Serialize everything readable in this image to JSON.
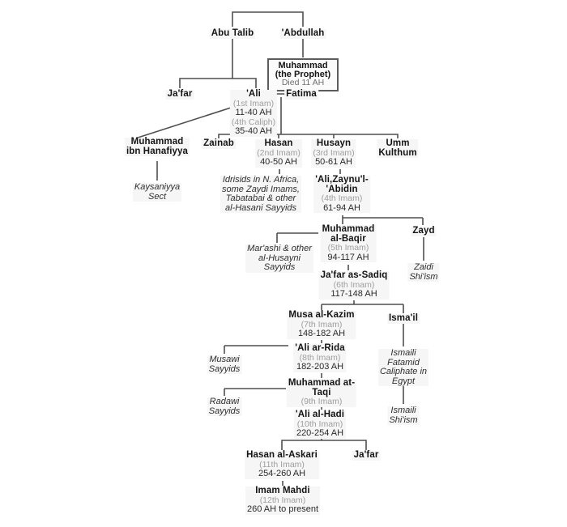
{
  "diagram": {
    "type": "family-tree",
    "colors": {
      "line": "#4f4f4f",
      "name_text": "#141414",
      "meta_gray": "#9e9e9e",
      "note_text": "#2e2e2e",
      "background": "#ffffff"
    }
  },
  "nodes": {
    "abu_talib": {
      "name": "Abu Talib"
    },
    "abdullah": {
      "name": "'Abdullah"
    },
    "muhammad": {
      "name": "Muhammad",
      "epithet": "(the Prophet)",
      "died": "Died 11 AH"
    },
    "jafar_sr": {
      "name": "Ja'far"
    },
    "ali": {
      "name": "'Ali",
      "imam": "(1st Imam)",
      "dates": "11-40 AH",
      "caliph": "(4th Caliph)",
      "caliph_dates": "35-40 AH"
    },
    "fatima": {
      "name": "Fatima"
    },
    "ibn_hanafiyya": {
      "name1": "Muhammad",
      "name2": "ibn Hanafiyya"
    },
    "kaysaniyya_note": {
      "line1": "Kaysaniyya",
      "line2": "Sect"
    },
    "zainab": {
      "name": "Zainab"
    },
    "hasan": {
      "name": "Hasan",
      "imam": "(2nd Imam)",
      "dates": "40-50 AH"
    },
    "husayn": {
      "name": "Husayn",
      "imam": "(3rd Imam)",
      "dates": "50-61 AH"
    },
    "umm_kulthum": {
      "name1": "Umm",
      "name2": "Kulthum"
    },
    "hasani_note": {
      "line1": "Idrisids in N. Africa,",
      "line2": "some Zaydi Imams,",
      "line3": "Tabatabai & other",
      "line4": "al-Hasani Sayyids"
    },
    "zaynul_abidin": {
      "name1": "'Ali,Zaynu'l-",
      "name2": "'Abidin",
      "imam": "(4th Imam)",
      "dates": "61-94 AH"
    },
    "baqir": {
      "name1": "Muhammad",
      "name2": "al-Baqir",
      "imam": "(5th Imam)",
      "dates": "94-117 AH"
    },
    "zayd": {
      "name": "Zayd"
    },
    "marashi_note": {
      "line1": "Mar'ashi & other",
      "line2": "al-Husayni",
      "line3": "Sayyids"
    },
    "zaidi_note": {
      "line1": "Zaidi",
      "line2": "Shi'ism"
    },
    "sadiq": {
      "name": "Ja'far as-Sadiq",
      "imam": "(6th Imam)",
      "dates": "117-148 AH"
    },
    "musa": {
      "name": "Musa al-Kazim",
      "imam": "(7th Imam)",
      "dates": "148-182 AH"
    },
    "ismail": {
      "name": "Isma'il"
    },
    "rida": {
      "name": "'Ali ar-Rida",
      "imam": "(8th Imam)",
      "dates": "182-203 AH"
    },
    "musawi_note": {
      "line1": "Musawi",
      "line2": "Sayyids"
    },
    "fatamid_note": {
      "line1": "Ismaili",
      "line2": "Fatamid",
      "line3": "Caliphate in",
      "line4": "Egypt"
    },
    "taqi": {
      "name1": "Muhammad at-",
      "name2": "Taqi",
      "imam": "(9th Imam)"
    },
    "radawi_note": {
      "line1": "Radawi",
      "line2": "Sayyids"
    },
    "hadi": {
      "name": "'Ali al-Hadi",
      "imam": "(10th Imam)",
      "dates": "220-254 AH"
    },
    "ismaili_note": {
      "line1": "Ismaili",
      "line2": "Shi'ism"
    },
    "askari": {
      "name": "Hasan al-Askari",
      "imam": "(11th Imam)",
      "dates": "254-260 AH"
    },
    "jafar_jr": {
      "name": "Ja'far"
    },
    "mahdi": {
      "name": "Imam Mahdi",
      "imam": "(12th Imam)",
      "dates": "260 AH to present"
    }
  }
}
